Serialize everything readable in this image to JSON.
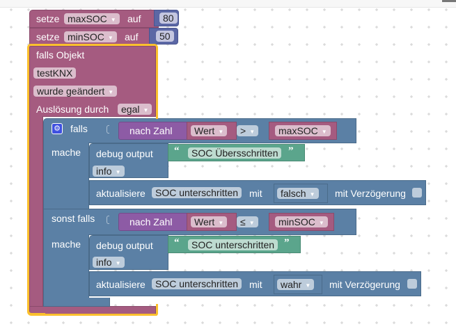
{
  "blocks": {
    "set_max": {
      "keyword": "setze",
      "variable": "maxSOC",
      "to": "auf",
      "value": "80"
    },
    "set_min": {
      "keyword": "setze",
      "variable": "minSOC",
      "to": "auf",
      "value": "50"
    },
    "trigger": {
      "title": "falls Objekt",
      "object": "testKNX",
      "event": "wurde geändert",
      "cause_label": "Auslösung durch",
      "cause_value": "egal"
    },
    "if_block": {
      "if_label": "falls",
      "do_label": "mache",
      "elseif_label": "sonst falls",
      "do2_label": "mache",
      "cond1": {
        "fn": "nach Zahl",
        "var": "Wert",
        "op": ">",
        "rhs": "maxSOC"
      },
      "cond2": {
        "fn": "nach Zahl",
        "var": "Wert",
        "op": "≤",
        "rhs": "minSOC"
      },
      "branch1": {
        "debug_label": "debug output",
        "debug_text": "SOC Übersschritten",
        "level": "info",
        "update_label": "aktualisiere",
        "update_target": "SOC unterschritten",
        "with_label": "mit",
        "with_value": "falsch",
        "delay_label": "mit Verzögerung"
      },
      "branch2": {
        "debug_label": "debug output",
        "debug_text": "SOC unterschritten",
        "level": "info",
        "update_label": "aktualisiere",
        "update_target": "SOC unterschritten",
        "with_label": "mit",
        "with_value": "wahr",
        "delay_label": "mit Verzögerung"
      }
    }
  },
  "icons": {
    "gear": "⚙",
    "dropdown": "▾",
    "open_quote": "“",
    "close_quote": "”"
  },
  "colors": {
    "variables": "#a55b80",
    "math": "#5b67a5",
    "logic": "#5b80a5",
    "text": "#5ba58c",
    "conversion": "#8d5ba5",
    "highlight": "#fbc02d"
  }
}
